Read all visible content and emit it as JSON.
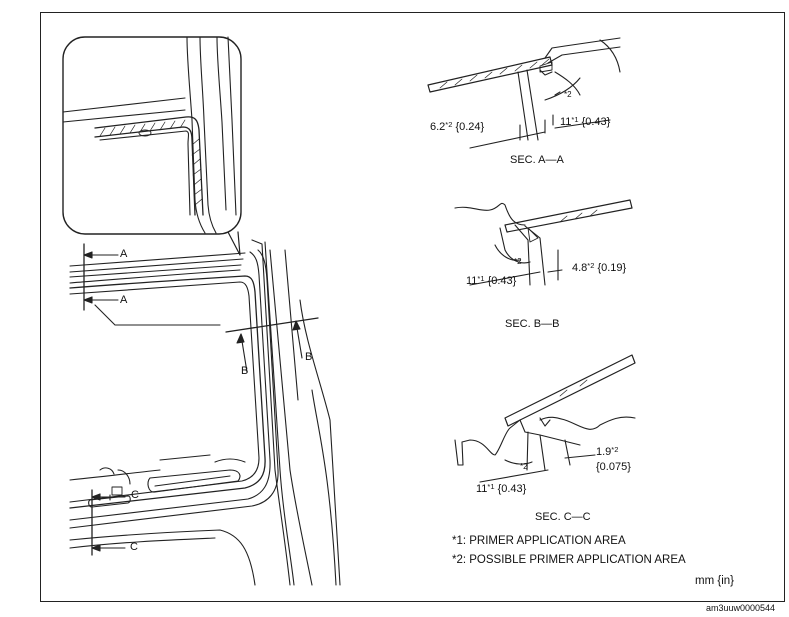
{
  "labels": {
    "sec_aa": "SEC. A—A",
    "sec_bb": "SEC. B—B",
    "sec_cc": "SEC. C—C",
    "arrow_a": "A",
    "arrow_b": "B",
    "arrow_c": "C"
  },
  "dimensions": {
    "aa_left_base": "6.2",
    "aa_left_sup": "*2",
    "aa_left_in": " {0.24}",
    "aa_right_base": "11",
    "aa_right_sup": "*1",
    "aa_right_in": " {0.43}",
    "aa_angle": "*2",
    "bb_left_base": "11",
    "bb_left_sup": "*1",
    "bb_left_in": " {0.43}",
    "bb_right_base": "4.8",
    "bb_right_sup": "*2",
    "bb_right_in": " {0.19}",
    "bb_angle": "*2",
    "cc_left_base": "11",
    "cc_left_sup": "*1",
    "cc_left_in": " {0.43}",
    "cc_right_base": "1.9",
    "cc_right_sup": "*2",
    "cc_right_in": "{0.075}",
    "cc_angle": "*2"
  },
  "notes": {
    "note1": "*1: PRIMER APPLICATION AREA",
    "note2": "*2: POSSIBLE PRIMER APPLICATION AREA",
    "unit": "mm {in}"
  },
  "image_id": "am3uuw0000544"
}
